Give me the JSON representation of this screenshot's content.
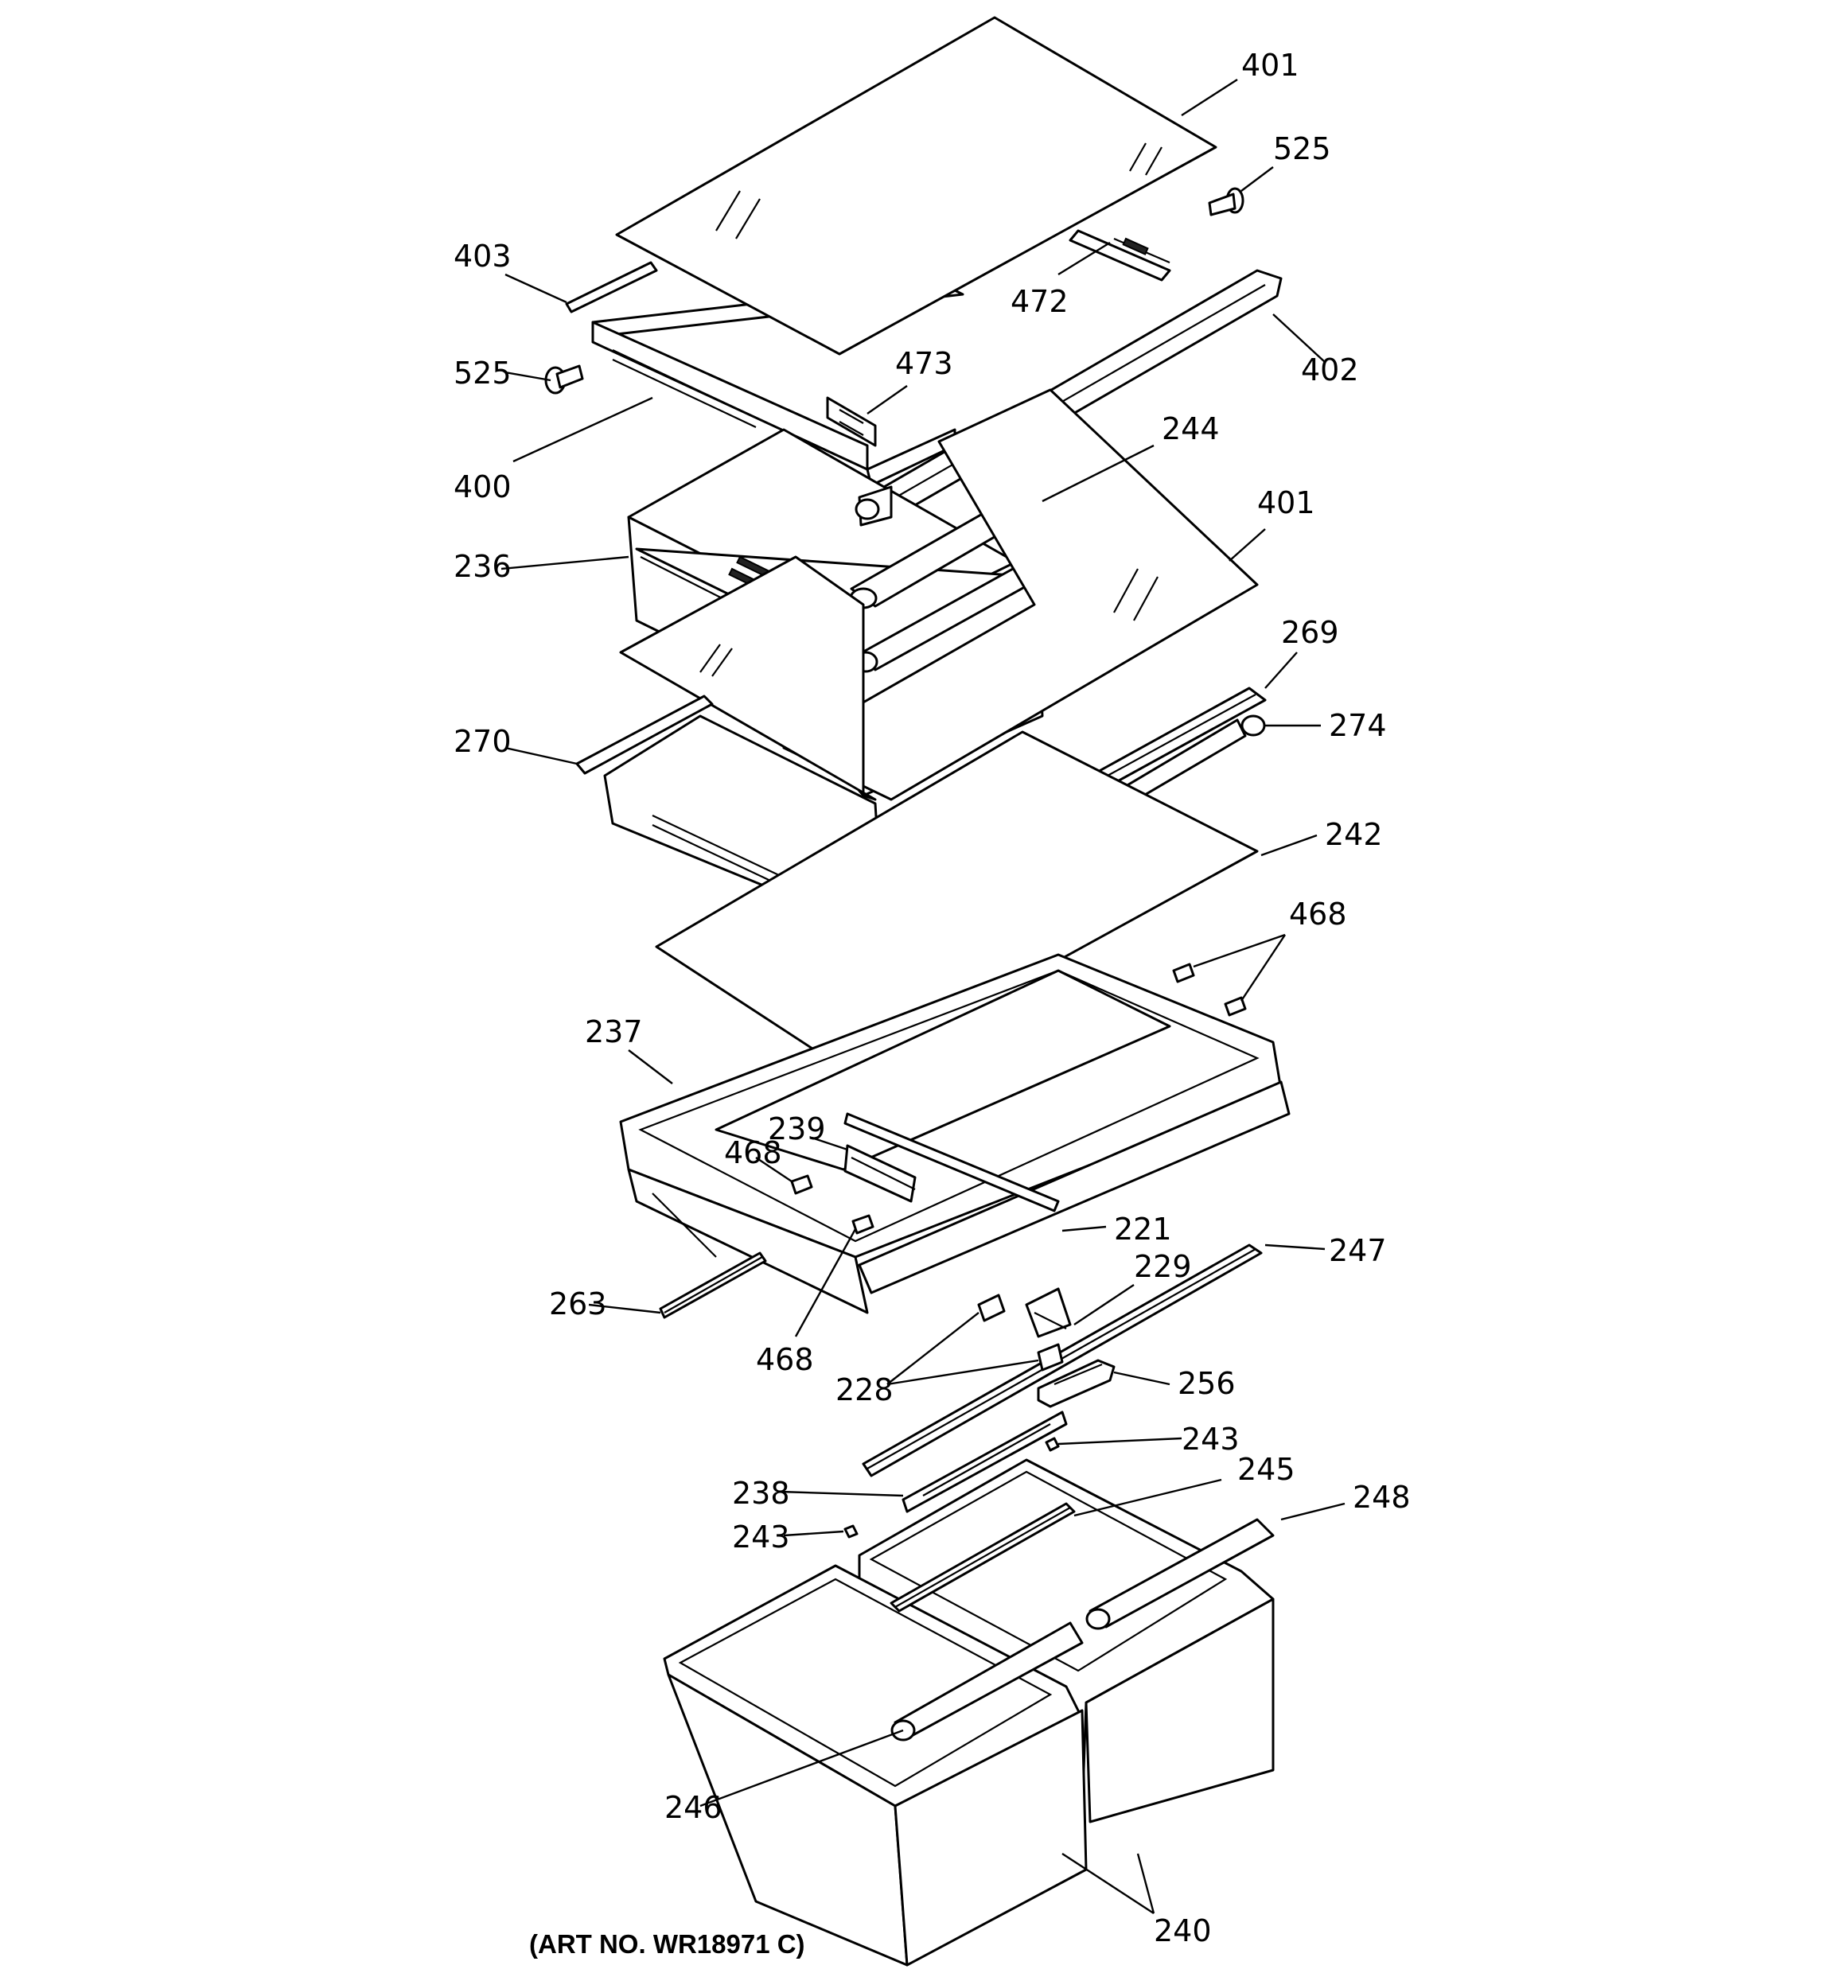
{
  "diagram": {
    "art_number": "(ART NO. WR18971 C)",
    "callouts": [
      {
        "id": "c401a",
        "label": "401"
      },
      {
        "id": "c525a",
        "label": "525"
      },
      {
        "id": "c403",
        "label": "403"
      },
      {
        "id": "c472",
        "label": "472"
      },
      {
        "id": "c402",
        "label": "402"
      },
      {
        "id": "c525b",
        "label": "525"
      },
      {
        "id": "c473",
        "label": "473"
      },
      {
        "id": "c400",
        "label": "400"
      },
      {
        "id": "c244",
        "label": "244"
      },
      {
        "id": "c401b",
        "label": "401"
      },
      {
        "id": "c236",
        "label": "236"
      },
      {
        "id": "c269",
        "label": "269"
      },
      {
        "id": "c274",
        "label": "274"
      },
      {
        "id": "c270",
        "label": "270"
      },
      {
        "id": "c242",
        "label": "242"
      },
      {
        "id": "c468a",
        "label": "468"
      },
      {
        "id": "c237",
        "label": "237"
      },
      {
        "id": "c239",
        "label": "239"
      },
      {
        "id": "c468b",
        "label": "468"
      },
      {
        "id": "c221",
        "label": "221"
      },
      {
        "id": "c247",
        "label": "247"
      },
      {
        "id": "c229",
        "label": "229"
      },
      {
        "id": "c263",
        "label": "263"
      },
      {
        "id": "c468c",
        "label": "468"
      },
      {
        "id": "c228",
        "label": "228"
      },
      {
        "id": "c256",
        "label": "256"
      },
      {
        "id": "c243a",
        "label": "243"
      },
      {
        "id": "c245",
        "label": "245"
      },
      {
        "id": "c238",
        "label": "238"
      },
      {
        "id": "c248",
        "label": "248"
      },
      {
        "id": "c243b",
        "label": "243"
      },
      {
        "id": "c246",
        "label": "246"
      },
      {
        "id": "c240",
        "label": "240"
      }
    ]
  }
}
